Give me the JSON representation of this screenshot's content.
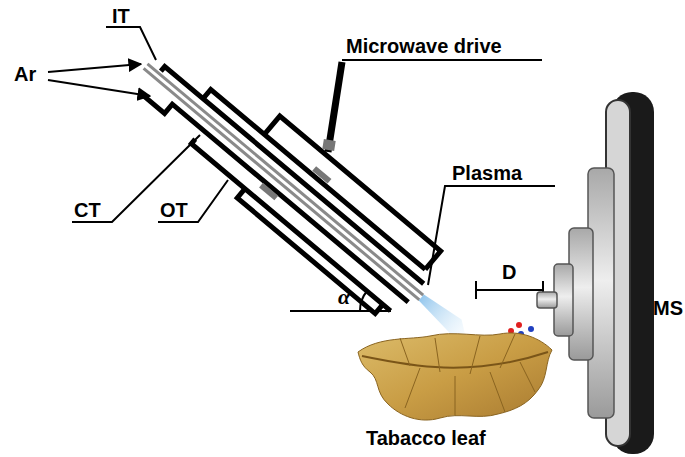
{
  "diagram": {
    "labels": [
      "IT",
      "Ar",
      "CT",
      "OT",
      "Microwave drive",
      "Plasma",
      "α",
      "D",
      "MS",
      "Tabacco leaf"
    ]
  }
}
